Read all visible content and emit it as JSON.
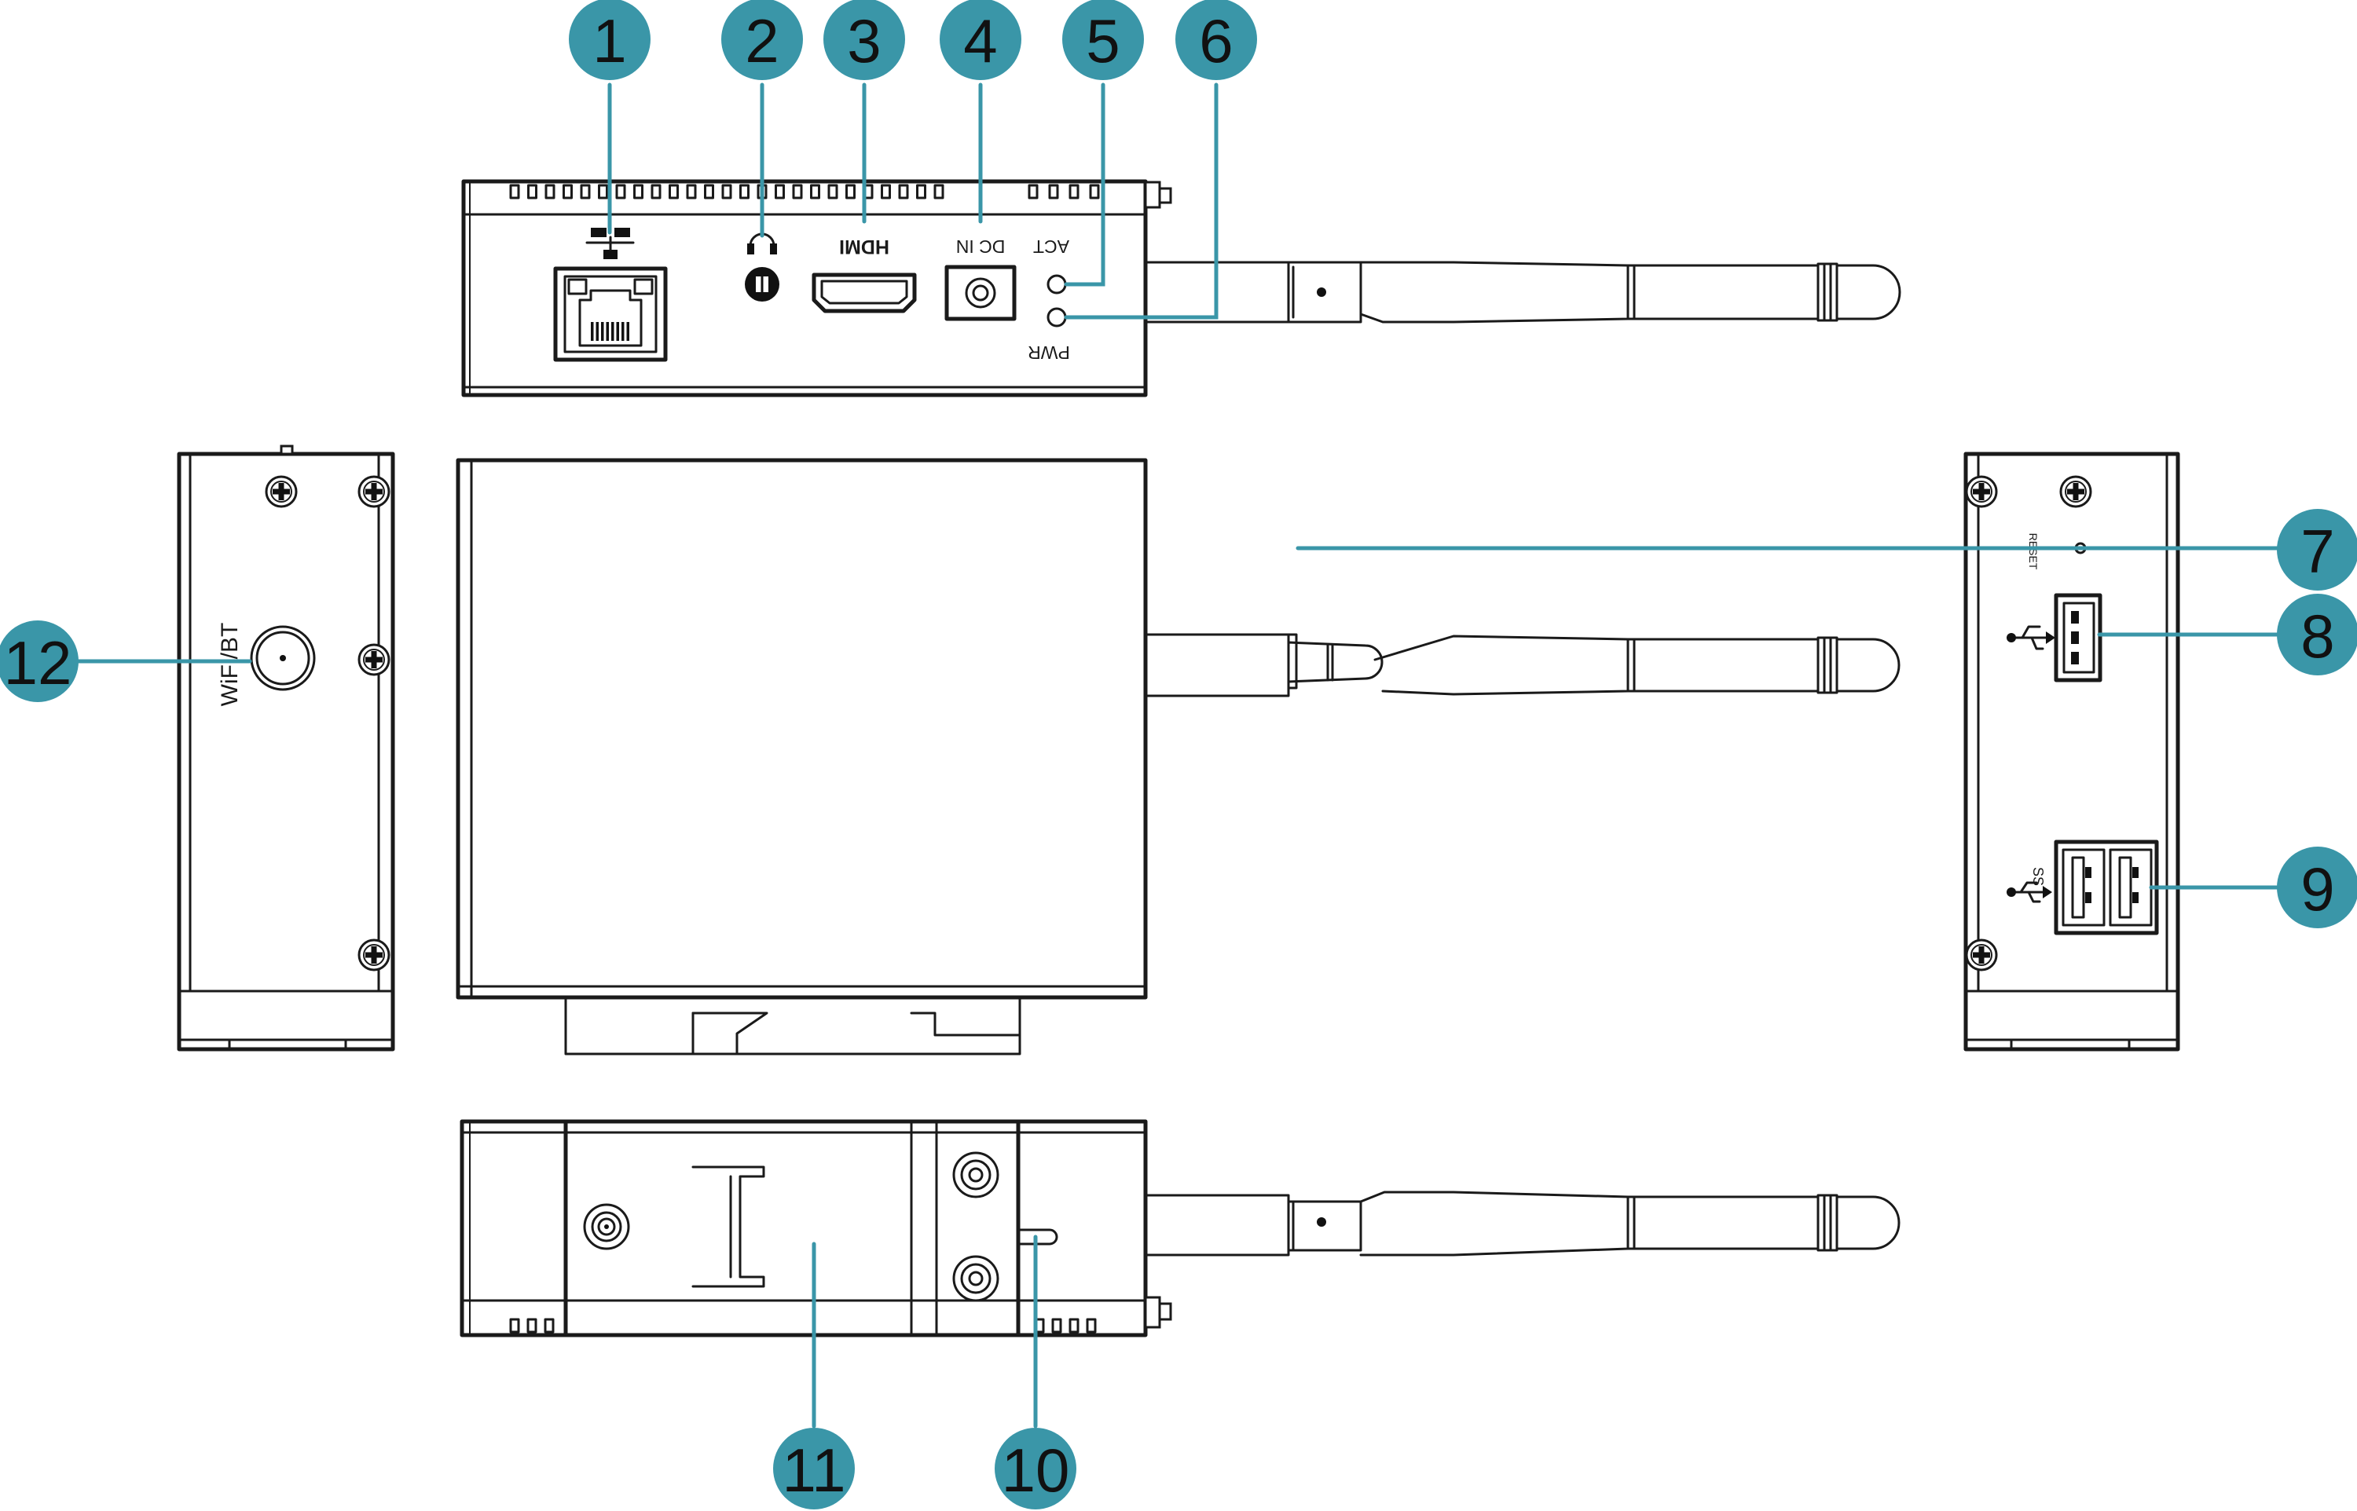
{
  "port_labels": {
    "hdmi": "HDMI",
    "dc_in": "DC IN",
    "act": "ACT",
    "pwr": "PWR",
    "reset": "RESET",
    "wifi_bt": "WiFi/BT",
    "usb3": "SS"
  },
  "icons": [
    "ethernet-icon",
    "headphone-icon",
    "usb-icon",
    "usb3-icon",
    "screw-icon",
    "antenna-icon"
  ],
  "callouts": [
    {
      "id": "1",
      "label": "1"
    },
    {
      "id": "2",
      "label": "2"
    },
    {
      "id": "3",
      "label": "3"
    },
    {
      "id": "4",
      "label": "4"
    },
    {
      "id": "5",
      "label": "5"
    },
    {
      "id": "6",
      "label": "6"
    },
    {
      "id": "7",
      "label": "7"
    },
    {
      "id": "8",
      "label": "8"
    },
    {
      "id": "9",
      "label": "9"
    },
    {
      "id": "10",
      "label": "10"
    },
    {
      "id": "11",
      "label": "11"
    },
    {
      "id": "12",
      "label": "12"
    }
  ],
  "colors": {
    "callout": "#3a96a8",
    "line": "#1a1a1a",
    "background": "#ffffff"
  }
}
